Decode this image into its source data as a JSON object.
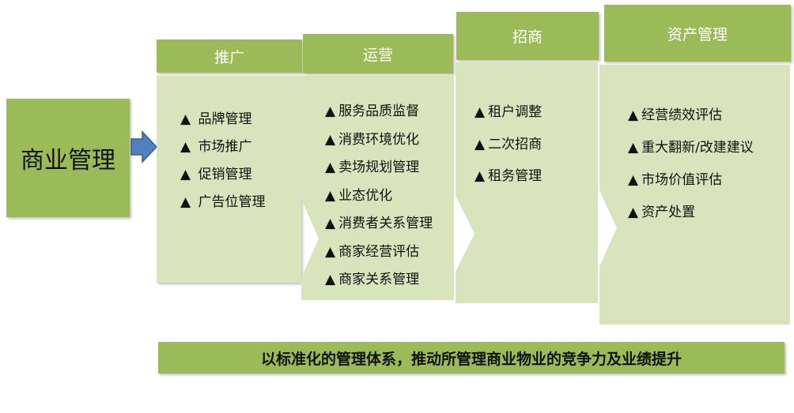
{
  "diagram": {
    "root_label": "商业管理",
    "bullet_glyph": "▲",
    "colors": {
      "header_fill": "#9bbb59",
      "panel_fill": "#d8e4bc",
      "header_text": "#ffffff",
      "arrow_fill": "#4f81bd"
    },
    "stages": [
      {
        "title": "推广",
        "items": [
          "品牌管理",
          "市场推广",
          "促销管理",
          "广告位管理"
        ]
      },
      {
        "title": "运营",
        "items": [
          "服务品质监督",
          "消费环境优化",
          "卖场规划管理",
          "业态优化",
          "消费者关系管理",
          "商家经营评估",
          "商家关系管理"
        ]
      },
      {
        "title": "招商",
        "items": [
          "租户调整",
          "二次招商",
          "租务管理"
        ]
      },
      {
        "title": "资产管理",
        "items": [
          "经营绩效评估",
          "重大翻新/改建建议",
          "市场价值评估",
          "资产处置"
        ]
      }
    ],
    "summary": "以标准化的管理体系，推动所管理商业物业的竞争力及业绩提升"
  }
}
